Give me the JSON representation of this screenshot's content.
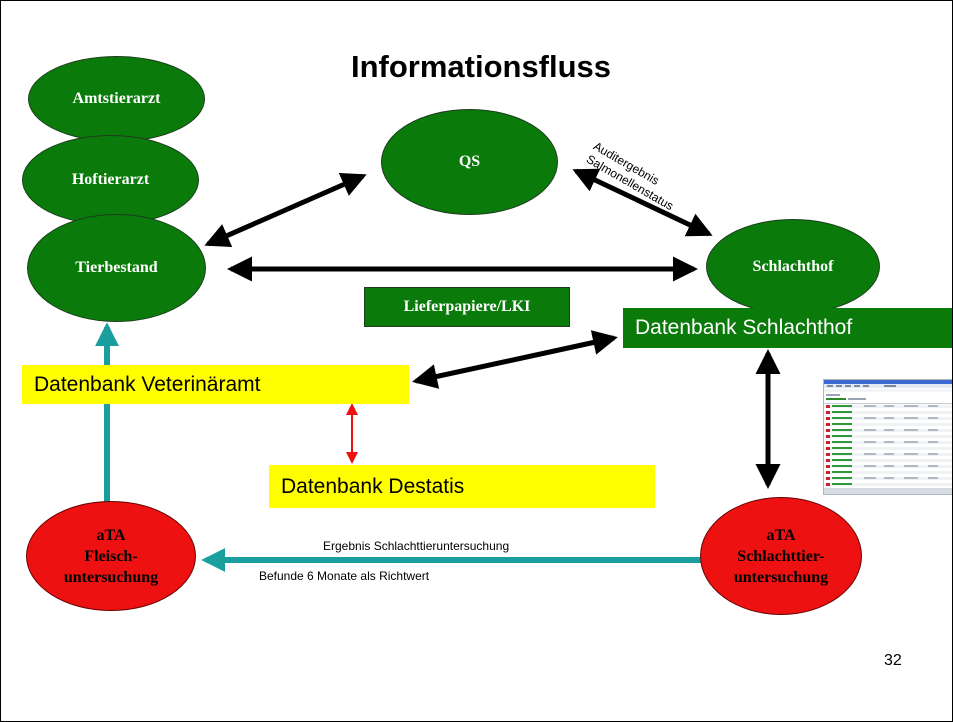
{
  "title": "Informationsfluss",
  "nodes": {
    "amtstierarzt": "Amtstierarzt",
    "hoftierarzt": "Hoftierarzt",
    "tierbestand": "Tierbestand",
    "qs": "QS",
    "schlachthof": "Schlachthof",
    "ata_fleisch": [
      "aTA",
      "Fleisch-",
      "untersuchung"
    ],
    "ata_schlacht": [
      "aTA",
      "Schlachttier-",
      "untersuchung"
    ]
  },
  "boxes": {
    "lieferpapiere": "Lieferpapiere/LKI",
    "db_schlachthof": "Datenbank Schlachthof",
    "db_veterinaeramt": "Datenbank Veterinäramt",
    "db_destatis": "Datenbank  Destatis"
  },
  "labels": {
    "auditergebnis": "Auditergebnis",
    "salmonellenstatus": "Salmonellenstatus",
    "ergebnis": "Ergebnis Schlachttieruntersuchung",
    "befunde": "Befunde  6 Monate als Richtwert"
  },
  "page_number": "32",
  "colors": {
    "node_green": "#0a7a0a",
    "node_red": "#ee1111",
    "box_yellow": "#ffff00",
    "arrow_teal": "#1a9e9e",
    "arrow_red": "#ee1111"
  }
}
